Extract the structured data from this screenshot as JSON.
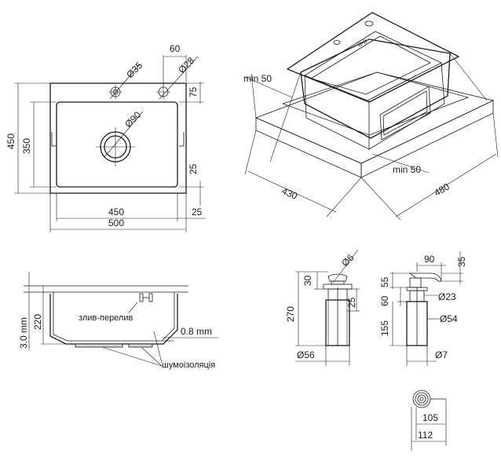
{
  "top_view": {
    "d_hole_small": "Ø35",
    "d_hole_tap": "Ø28",
    "d_drain": "Ø90",
    "dim_60": "60",
    "dim_75": "75",
    "dim_450_h": "450",
    "dim_350": "350",
    "dim_25_side": "25",
    "dim_450_w": "450",
    "dim_500": "500",
    "dim_25_bottom": "25"
  },
  "iso_view": {
    "min_50_top": "min 50",
    "min_50_bottom": "min 50",
    "dim_430": "430",
    "dim_480": "480"
  },
  "section_view": {
    "dim_3mm": "3.0 mm",
    "dim_220": "220",
    "overflow_label": "злив-перелив",
    "dim_08mm": "0.8 mm",
    "noise_label": "шумоізоляція"
  },
  "dispenser_a": {
    "d6": "Ø6",
    "d30": "30",
    "d270": "270",
    "d25": "25",
    "d56": "Ø56"
  },
  "dispenser_b": {
    "d90": "90",
    "d35": "35",
    "d55": "55",
    "d60": "60",
    "d23": "Ø23",
    "d155": "155",
    "d54": "Ø54",
    "d7": "Ø7"
  },
  "bracket": {
    "d105": "105",
    "d112": "112"
  }
}
